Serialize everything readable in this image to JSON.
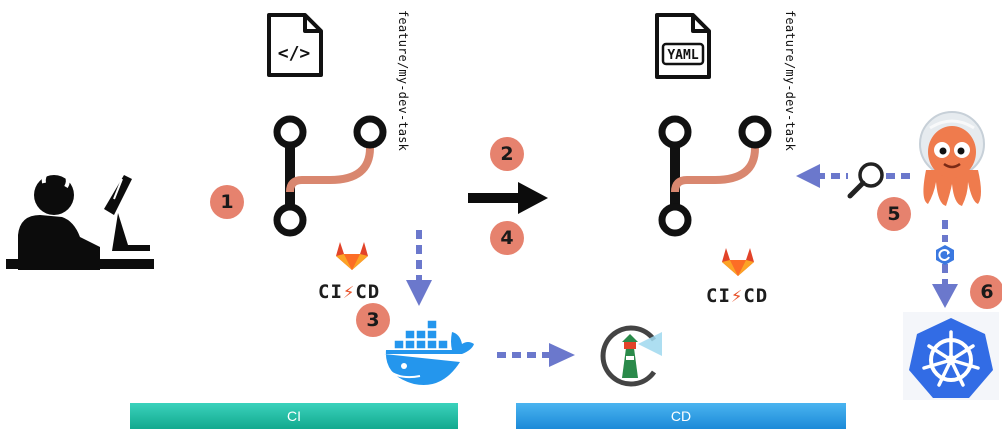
{
  "branch_label_left": "feature/my-dev-task",
  "branch_label_right": "feature/my-dev-task",
  "yaml_doc_label": "YAML",
  "code_doc_label": "</>",
  "cicd_left": {
    "pre": "CI",
    "bolt": "⚡",
    "post": "CD"
  },
  "cicd_right": {
    "pre": "CI",
    "bolt": "⚡",
    "post": "CD"
  },
  "steps": [
    "1",
    "2",
    "3",
    "4",
    "5",
    "6"
  ],
  "bars": {
    "ci": "CI",
    "cd": "CD"
  },
  "colors": {
    "step_badge": "#e6826e",
    "branch_link": "#d9876f",
    "dashed_arrow": "#6b78cc",
    "ci_bar": "#1fb89f",
    "cd_bar": "#2b9be2",
    "docker": "#2496ed",
    "kubernetes": "#326ce5",
    "argo": "#ef7b4d"
  }
}
